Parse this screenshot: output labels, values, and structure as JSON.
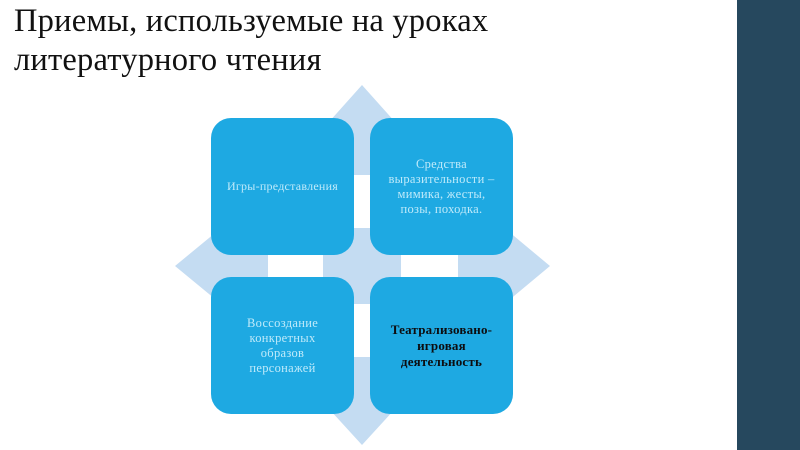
{
  "slide": {
    "title": "Приемы, используемые на уроках\nлитературного чтения",
    "background_color": "#FFFFFF",
    "accent_bar_color": "#26485E",
    "box_color": "#1EA9E2",
    "arrow_color": "#C4DCF2",
    "box_text_color": "#BFEAFA",
    "emphasis_text_color": "#0D0D10"
  },
  "diagram": {
    "type": "matrix-2x2-with-arrows",
    "boxes": [
      {
        "position": "top-left",
        "text": "Игры-представления",
        "emphasized": false
      },
      {
        "position": "top-right",
        "text": "Средства\nвыразительности –\nмимика, жесты,\nпозы, походка.",
        "emphasized": false
      },
      {
        "position": "bottom-left",
        "text": "Воссоздание\nконкретных\nобразов\nперсонажей",
        "emphasized": false
      },
      {
        "position": "bottom-right",
        "text": "Театрализовано-\nигровая\nдеятельность",
        "emphasized": true
      }
    ],
    "arrows": [
      {
        "name": "arrow-up",
        "direction": "up"
      },
      {
        "name": "arrow-right",
        "direction": "right"
      },
      {
        "name": "arrow-down",
        "direction": "down"
      },
      {
        "name": "arrow-left",
        "direction": "left"
      }
    ]
  }
}
